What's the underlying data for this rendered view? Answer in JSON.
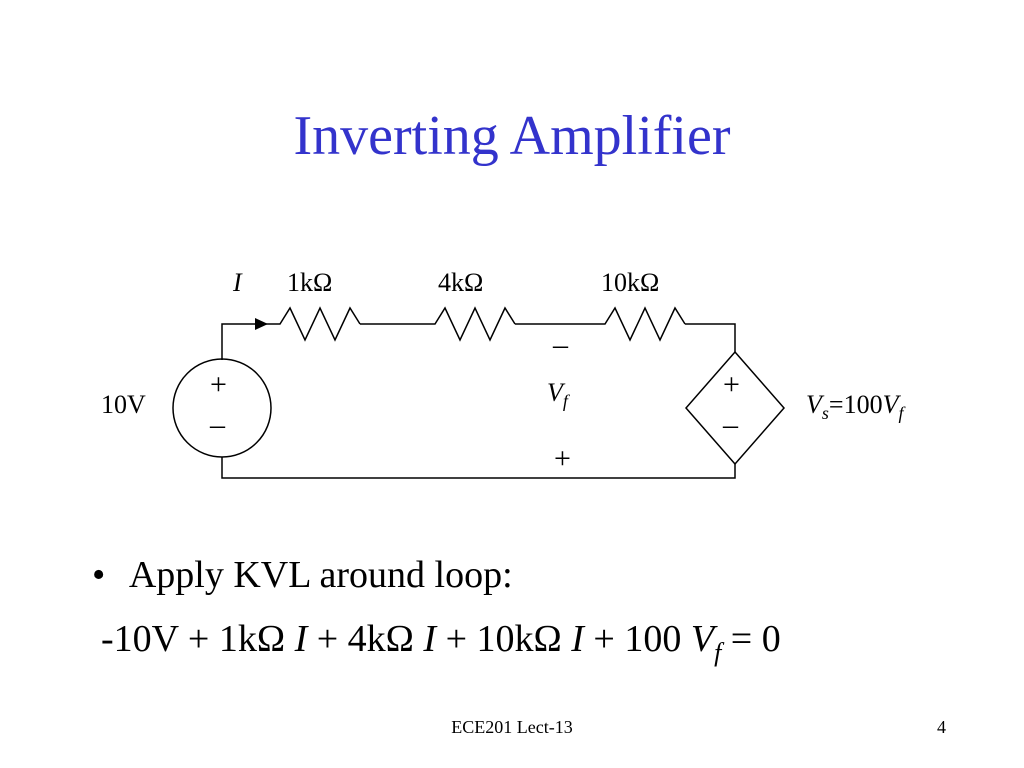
{
  "slide": {
    "title": "Inverting Amplifier",
    "title_color": "#3333cc",
    "footer": "ECE201 Lect-13",
    "page_number": "4"
  },
  "circuit": {
    "current_label": "I",
    "resistors": [
      {
        "label": "1kΩ"
      },
      {
        "label": "4kΩ"
      },
      {
        "label": "10kΩ"
      }
    ],
    "source": {
      "label": "10V",
      "plus": "+",
      "minus": "–"
    },
    "dependent_source": {
      "plus": "+",
      "minus": "–",
      "label_main": "V",
      "label_sub": "s",
      "label_mid": "=100",
      "label_v": "V",
      "label_v_sub": "f"
    },
    "vf": {
      "minus": "–",
      "label_main": "V",
      "label_sub": "f",
      "plus": "+"
    }
  },
  "bullets": [
    {
      "bullet": "•",
      "text": "Apply KVL around loop:"
    }
  ],
  "equation": {
    "p1": "-10V + 1kΩ ",
    "i1": "I",
    "p2": " + 4kΩ ",
    "i2": "I",
    "p3": " + 10kΩ ",
    "i3": "I",
    "p4": " + 100 ",
    "v": "V",
    "v_sub": "f",
    "p5": " = 0"
  }
}
